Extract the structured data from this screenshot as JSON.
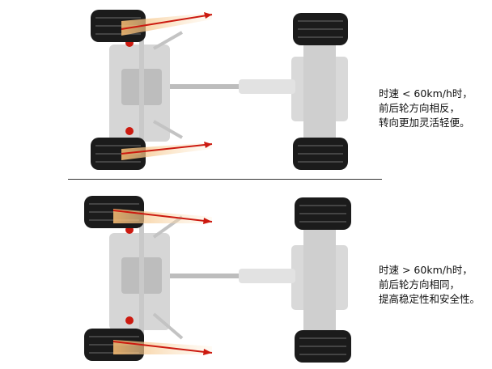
{
  "top": {
    "caption": [
      "时速 < 60km/h时，",
      "前后轮方向相反，",
      "转向更加灵活轻便。"
    ],
    "front_arrow_direction": "opposite"
  },
  "bottom": {
    "caption": [
      "时速 > 60km/h时，",
      "前后轮方向相同，",
      "提高稳定性和安全性。"
    ],
    "front_arrow_direction": "same"
  },
  "colors": {
    "tire": "#1b1b1b",
    "chassis": "#cfcfcf",
    "arrow": "#cc1a10",
    "beam": "#f4c890",
    "divider": "#333333"
  }
}
